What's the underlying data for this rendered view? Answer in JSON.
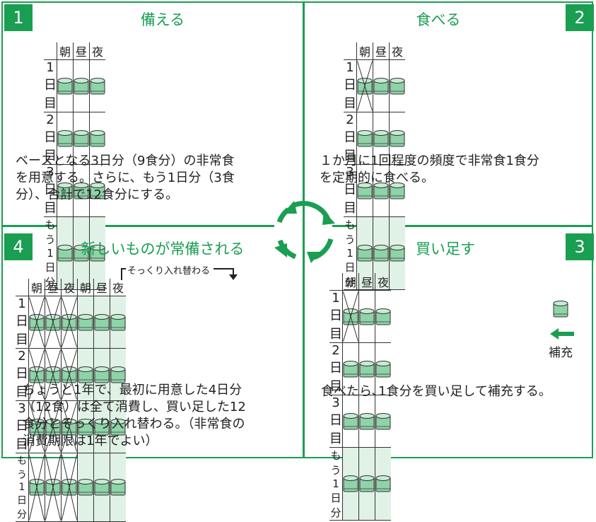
{
  "colors": {
    "accent": "#1a9e52",
    "can_fill": "#8fd3a8",
    "can_top": "#c7ecd3",
    "highlight": "#e0f2e5"
  },
  "icons": {
    "can": "food-can-icon",
    "cycle": "cycle-arrows-icon",
    "arrow": "left-arrow-icon"
  },
  "panel1": {
    "number": "1",
    "title": "備える",
    "headers": [
      "朝",
      "昼",
      "夜"
    ],
    "rows": [
      "1日目",
      "2日目",
      "3日目",
      "もう1日分"
    ],
    "crossed_rows": 0,
    "desc": [
      "ベースとなる3日分（9食分）の非常食",
      "を用意する。さらに、もう1日分（3食",
      "分）、合計で12食分にする。"
    ]
  },
  "panel2": {
    "number": "2",
    "title": "食べる",
    "headers": [
      "朝",
      "昼",
      "夜"
    ],
    "rows": [
      "1日目",
      "2日目",
      "3日目",
      "もう1日分"
    ],
    "desc": [
      "１か月に1回程度の頻度で非常食1食分",
      "を定期的に食べる。"
    ]
  },
  "panel3": {
    "number": "3",
    "title": "買い足す",
    "headers": [
      "朝",
      "昼",
      "夜"
    ],
    "rows": [
      "1日目",
      "2日目",
      "3日目",
      "もう1日分"
    ],
    "supply_label": "補充",
    "desc": [
      "食べたら､1食分を買い足して補充する。"
    ]
  },
  "panel4": {
    "number": "4",
    "title": "新しいものが常備される",
    "swap_label": "そっくり入れ替わる",
    "headers": [
      "朝",
      "昼",
      "夜",
      "朝",
      "昼",
      "夜"
    ],
    "rows": [
      "1日目",
      "2日目",
      "3日目",
      "もう1日分"
    ],
    "desc": [
      "ちょうど1年で、最初に用意した4日分",
      "（12食）は全て消費し、買い足した12",
      "食分とそっくり入れ替わる。（非常食の",
      "消費期限は1年でよい）"
    ]
  }
}
